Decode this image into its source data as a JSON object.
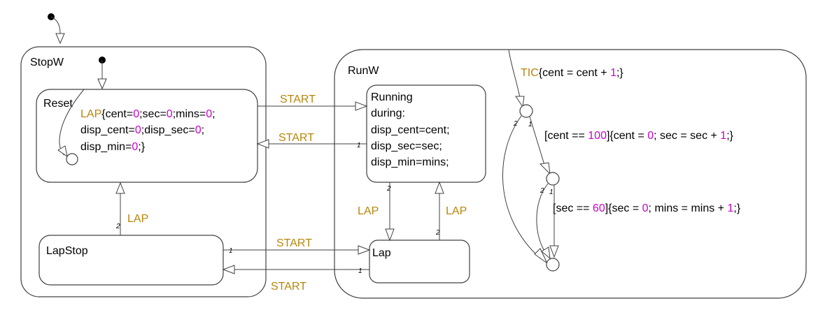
{
  "states": {
    "stopw": {
      "name": "StopW"
    },
    "runw": {
      "name": "RunW"
    },
    "reset": {
      "name": "Reset"
    },
    "lapstop": {
      "name": "LapStop"
    },
    "running": {
      "name": "Running",
      "lines": [
        "during:",
        "disp_cent=cent;",
        "disp_sec=sec;",
        "disp_min=mins;"
      ]
    },
    "lap": {
      "name": "Lap"
    }
  },
  "reset_action": {
    "event": "LAP",
    "line1": [
      "{cent=",
      "0",
      ";sec=",
      "0",
      ";mins=",
      "0",
      ";"
    ],
    "line2": [
      "disp_cent=",
      "0",
      ";disp_sec=",
      "0",
      ";"
    ],
    "line3": [
      "disp_min=",
      "0",
      ";}"
    ]
  },
  "transitions": {
    "reset_to_running": {
      "label": "START"
    },
    "running_to_reset": {
      "label": "START",
      "priority": "1"
    },
    "lapstop_to_reset": {
      "label": "LAP",
      "priority": "2"
    },
    "lapstop_to_lap": {
      "label": "START",
      "priority": "1"
    },
    "lap_to_lapstop": {
      "label": "START",
      "priority": "1"
    },
    "running_to_lap": {
      "label": "LAP",
      "priority": "2"
    },
    "lap_to_running": {
      "label": "LAP",
      "priority": "2"
    },
    "tic": {
      "event": "TIC",
      "action": [
        "{cent = cent + ",
        "1",
        ";}"
      ]
    },
    "cent_check": {
      "label": [
        "[cent == ",
        "100",
        "]{cent = ",
        "0",
        "; sec = sec + ",
        "1",
        ";}"
      ],
      "priority_true": "1",
      "priority_false": "2"
    },
    "sec_check": {
      "label": [
        "[sec == ",
        "60",
        "]{sec = ",
        "0",
        "; mins = mins + ",
        "1",
        ";}"
      ],
      "priority_true": "1",
      "priority_false": "2"
    }
  },
  "colors": {
    "event": "#b8860b",
    "number": "#cc00cc",
    "text": "#000000",
    "stroke": "#404040"
  }
}
